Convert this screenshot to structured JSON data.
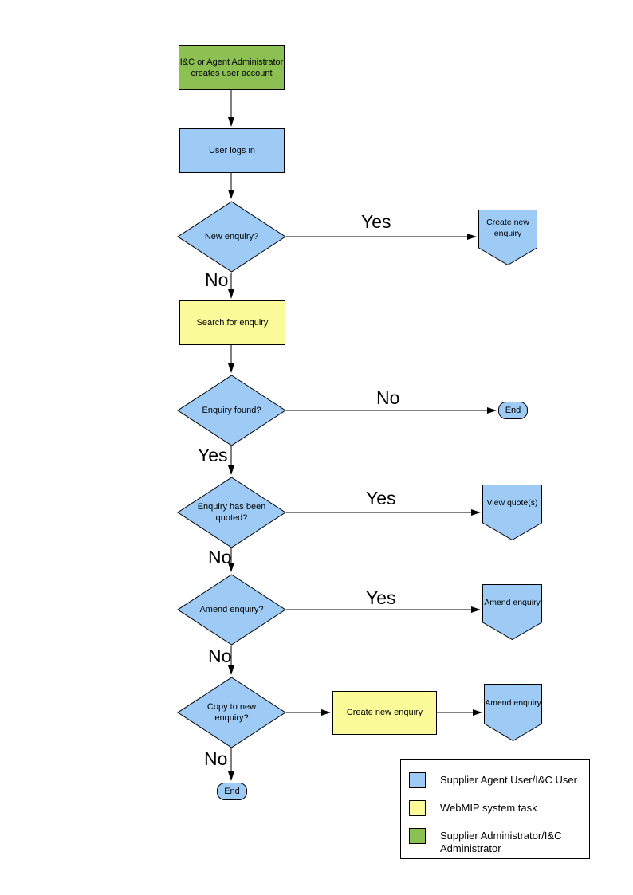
{
  "colors": {
    "user_task": "#9DCBF6",
    "system_task": "#FBFB9A",
    "admin_task": "#8DC053",
    "line": "#000000"
  },
  "nodes": {
    "create_account": {
      "label": "I&C or Agent Administrator creates user account"
    },
    "user_logs_in": {
      "label": "User logs in"
    },
    "new_enquiry": {
      "label": "New enquiry?"
    },
    "create_new_enquiry_top": {
      "label": "Create new enquiry"
    },
    "search_for_enquiry": {
      "label": "Search for enquiry"
    },
    "enquiry_found": {
      "label": "Enquiry found?"
    },
    "end_right": {
      "label": "End"
    },
    "enquiry_quoted": {
      "label": "Enquiry has been quoted?"
    },
    "view_quotes": {
      "label": "View quote(s)"
    },
    "amend_enquiry_q": {
      "label": "Amend enquiry?"
    },
    "amend_enquiry_a": {
      "label": "Amend enquiry"
    },
    "copy_to_new": {
      "label": "Copy to new enquiry?"
    },
    "create_new_enquiry_task": {
      "label": "Create new enquiry"
    },
    "amend_enquiry_b": {
      "label": "Amend enquiry"
    },
    "end_bottom": {
      "label": "End"
    }
  },
  "edge_labels": {
    "new_enquiry_yes": "Yes",
    "new_enquiry_no": "No",
    "enquiry_found_no": "No",
    "enquiry_found_yes": "Yes",
    "quoted_yes": "Yes",
    "quoted_no": "No",
    "amend_yes": "Yes",
    "amend_no": "No",
    "copy_no": "No"
  },
  "legend": {
    "items": [
      {
        "label": "Supplier Agent User/I&C User",
        "color_key": "user_task"
      },
      {
        "label": "WebMIP system task",
        "color_key": "system_task"
      },
      {
        "label": "Supplier Administrator/I&C Administrator",
        "color_key": "admin_task"
      }
    ]
  }
}
